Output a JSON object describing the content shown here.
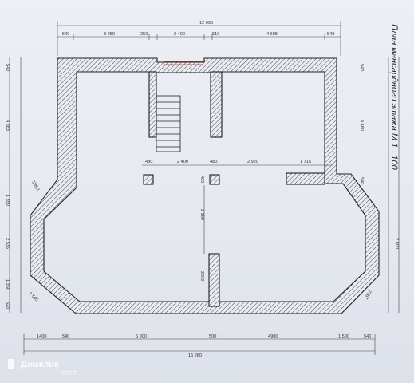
{
  "title": "План мансардного этажа  М 1 : 100",
  "watermark": {
    "brand": "Домклик",
    "sub": "СБЕР"
  },
  "dimensions": {
    "top_total": "12 095",
    "top_segments": [
      "540",
      "3 250",
      "250",
      "2 400",
      "510",
      "4 605",
      "540"
    ],
    "bottom_segments": [
      "1400",
      "540",
      "5 900",
      "500",
      "4900",
      "1 500",
      "540"
    ],
    "bottom_total": "15 280",
    "left": [
      "540",
      "4 883",
      "595,1",
      "1 350",
      "2 535",
      "1 350",
      "520",
      "1 545"
    ],
    "right": [
      "540",
      "4 460",
      "540",
      "2 800",
      "1912"
    ],
    "interior_row": [
      "480",
      "2 400",
      "480",
      "2 920",
      "1 715"
    ],
    "interior_misc": [
      "480",
      "2 960",
      "2080"
    ]
  },
  "colors": {
    "wall": "#222222",
    "hatch": "#333333",
    "stair_void": "#c0392b"
  }
}
